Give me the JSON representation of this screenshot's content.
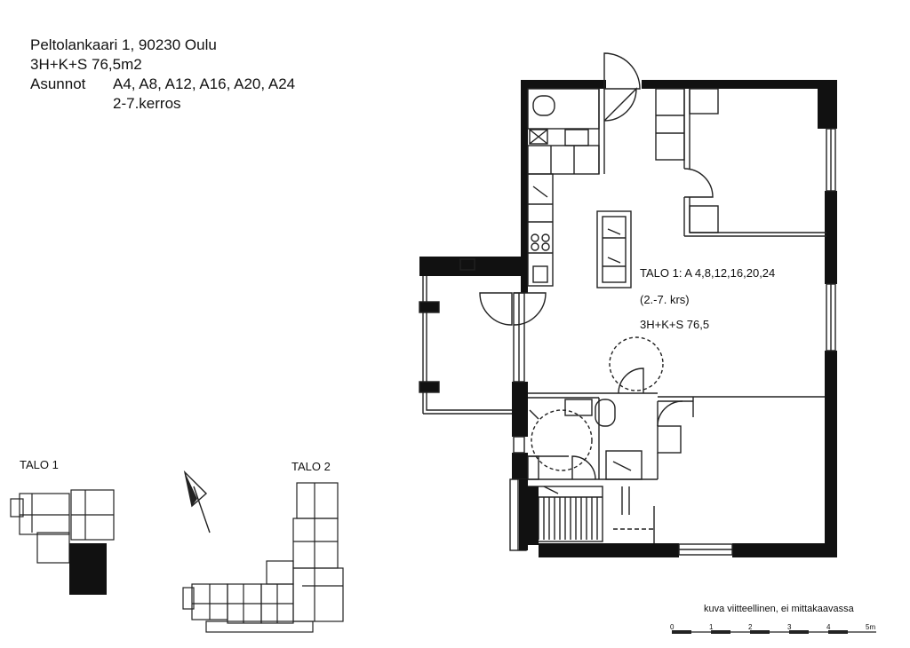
{
  "header": {
    "address": "Peltolankaari 1, 90230 Oulu",
    "type": "3H+K+S 76,5m2",
    "apartments_label": "Asunnot",
    "apartments": "A4, A8, A12, A16, A20, A24",
    "floors": "2-7.kerros"
  },
  "plan": {
    "building_line": "TALO 1: A 4,8,12,16,20,24",
    "floors_line": "(2.-7. krs)",
    "size_line": "3H+K+S  76,5"
  },
  "site": {
    "talo1_label": "TALO 1",
    "talo2_label": "TALO 2"
  },
  "footer": {
    "disclaimer": "kuva viitteellinen, ei mittakaavassa",
    "scale_ticks": [
      "0",
      "1",
      "2",
      "3",
      "4",
      "5m"
    ]
  },
  "colors": {
    "wall": "#111111",
    "line": "#222222",
    "background": "#ffffff"
  }
}
